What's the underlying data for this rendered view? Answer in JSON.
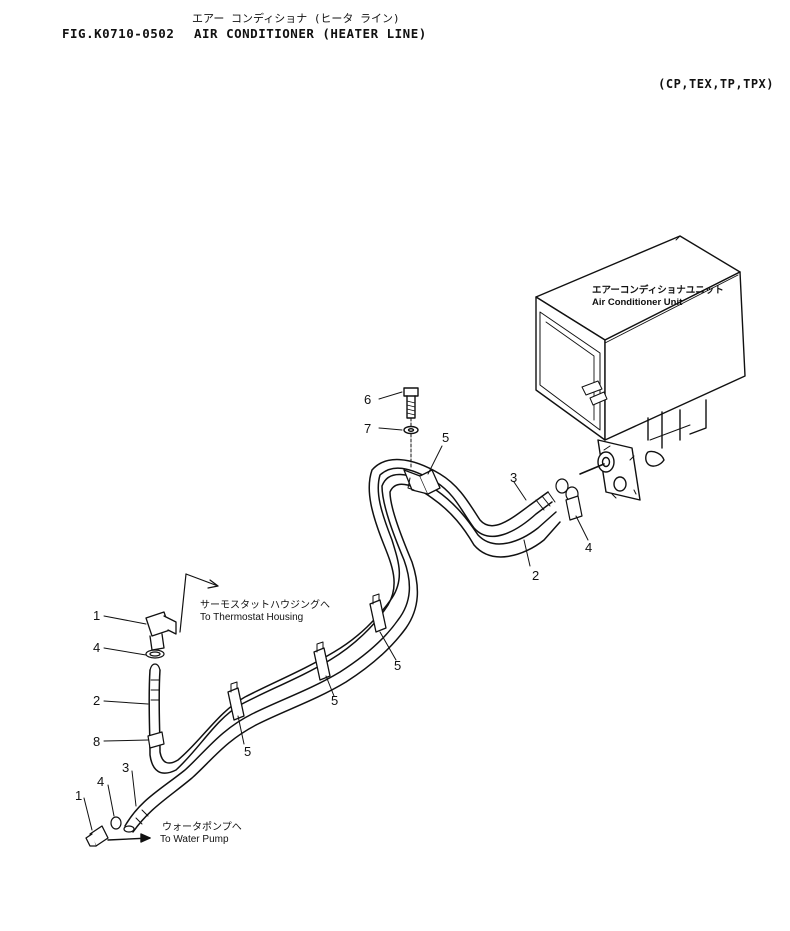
{
  "header": {
    "title_jp": "エアー コンディショナ (ヒータ ライン)",
    "figure_number": "FIG.K0710-0502",
    "title_en": "AIR CONDITIONER (HEATER LINE)",
    "models": "(CP,TEX,TP,TPX)"
  },
  "unit_label": {
    "jp": "エアーコンディショナユニット",
    "en": "Air Conditioner Unit"
  },
  "notes": {
    "thermostat_jp": "サーモスタットハウジングへ",
    "thermostat_en": "To Thermostat Housing",
    "water_pump_jp": "ウォータポンプへ",
    "water_pump_en": "To Water Pump"
  },
  "callouts": {
    "c1_top": "1",
    "c1_bottom": "1",
    "c2_left": "2",
    "c2_right": "2",
    "c3_left": "3",
    "c3_right": "3",
    "c4_left_upper": "4",
    "c4_left_lower": "4",
    "c4_right": "4",
    "c5_top": "5",
    "c5_a": "5",
    "c5_b": "5",
    "c5_c": "5",
    "c6": "6",
    "c7": "7",
    "c8": "8"
  }
}
